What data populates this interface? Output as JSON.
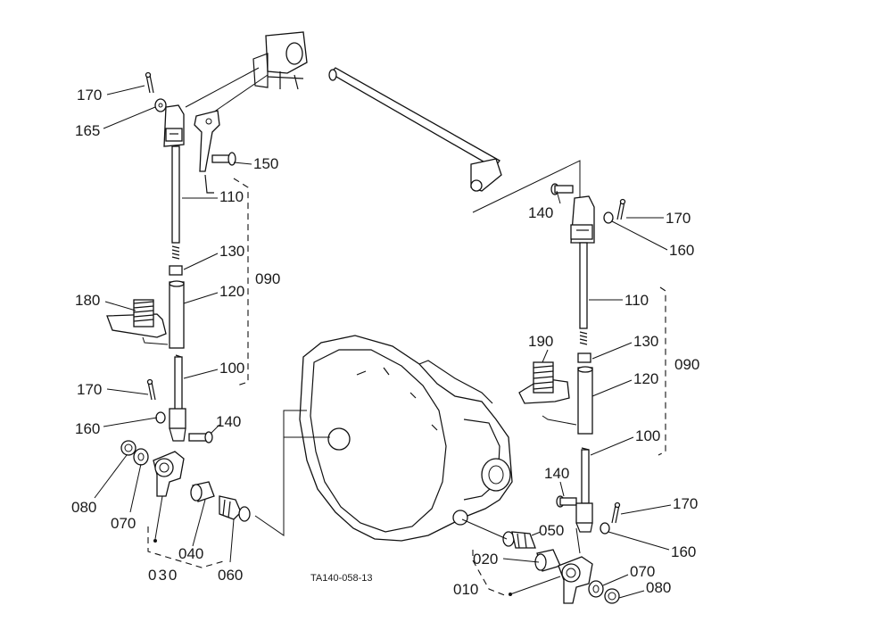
{
  "diagram_code": "TA140-058-13",
  "left_labels": [
    "170",
    "165",
    "150",
    "110",
    "130",
    "090",
    "120",
    "180",
    "100",
    "170",
    "160",
    "140",
    "080",
    "070",
    "040",
    "030",
    "060"
  ],
  "right_labels": [
    "140",
    "170",
    "160",
    "110",
    "130",
    "090",
    "190",
    "120",
    "100",
    "140",
    "170",
    "160",
    "050",
    "020",
    "010",
    "070",
    "080"
  ]
}
